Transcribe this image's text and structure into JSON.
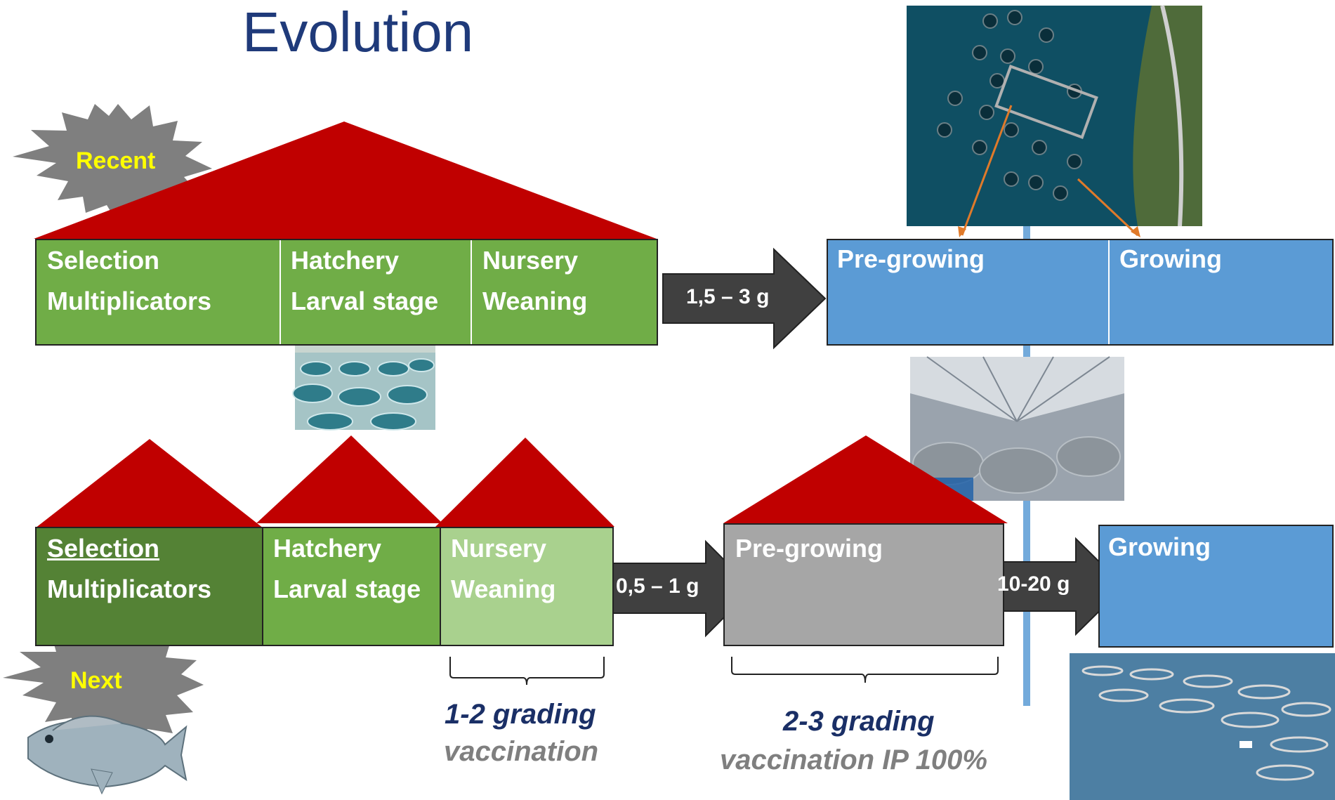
{
  "title": "Evolution",
  "recent": {
    "badge": "Recent",
    "hatchery_block": {
      "col1": [
        "Selection",
        "Multiplicators"
      ],
      "col2": [
        "Hatchery",
        "Larval stage"
      ],
      "col3": [
        "Nursery",
        "Weaning"
      ]
    },
    "transfer_weight": "1,5 – 3 g",
    "farm_block": {
      "col1": "Pre-growing",
      "col2": "Growing"
    }
  },
  "next": {
    "badge": "Next",
    "selection": [
      "Selection",
      "Multiplicators"
    ],
    "hatchery": [
      "Hatchery",
      "Larval stage"
    ],
    "nursery": [
      "Nursery",
      "Weaning"
    ],
    "transfer_weight_1": "0,5 – 1 g",
    "pregrowing": "Pre-growing",
    "transfer_weight_2": "10-20 g",
    "growing": "Growing",
    "nursery_note": {
      "line1": "1-2 grading",
      "line2": "vaccination"
    },
    "pregrowing_note": {
      "line1": "2-3 grading",
      "line2": "vaccination IP 100%"
    }
  },
  "colors": {
    "roof": "#c00000",
    "green": "#70ad47",
    "dark_green": "#548235",
    "light_green": "#a9d18e",
    "blue": "#5b9bd5",
    "grey_box": "#a6a6a6",
    "arrow": "#404040",
    "burst": "#7f7f7f",
    "badge_text": "#ffff00",
    "title": "#1f3a7a"
  },
  "images": {
    "sea_cages_aerial": "aerial-sea-cages-photo",
    "hatchery_tanks": "hatchery-tanks-photo",
    "indoor_ras": "indoor-tank-farm-photo",
    "offshore_cages": "offshore-cages-photo",
    "fish": "sea-bream-fish-illustration"
  }
}
